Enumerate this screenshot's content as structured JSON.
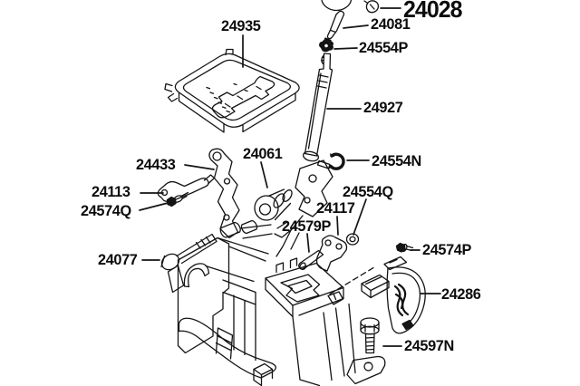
{
  "diagram": {
    "background_color": "#ffffff",
    "line_color": "#141414",
    "label_color": "#0d0d0d",
    "labels": [
      {
        "part_no": "24935"
      },
      {
        "part_no": "24028"
      },
      {
        "part_no": "24081"
      },
      {
        "part_no": "24554P"
      },
      {
        "part_no": "24927"
      },
      {
        "part_no": "24433"
      },
      {
        "part_no": "24061"
      },
      {
        "part_no": "24554N"
      },
      {
        "part_no": "24113"
      },
      {
        "part_no": "24574Q"
      },
      {
        "part_no": "24554Q"
      },
      {
        "part_no": "24117"
      },
      {
        "part_no": "24579P"
      },
      {
        "part_no": "24077"
      },
      {
        "part_no": "24574P"
      },
      {
        "part_no": "24286"
      },
      {
        "part_no": "24597N"
      }
    ]
  }
}
